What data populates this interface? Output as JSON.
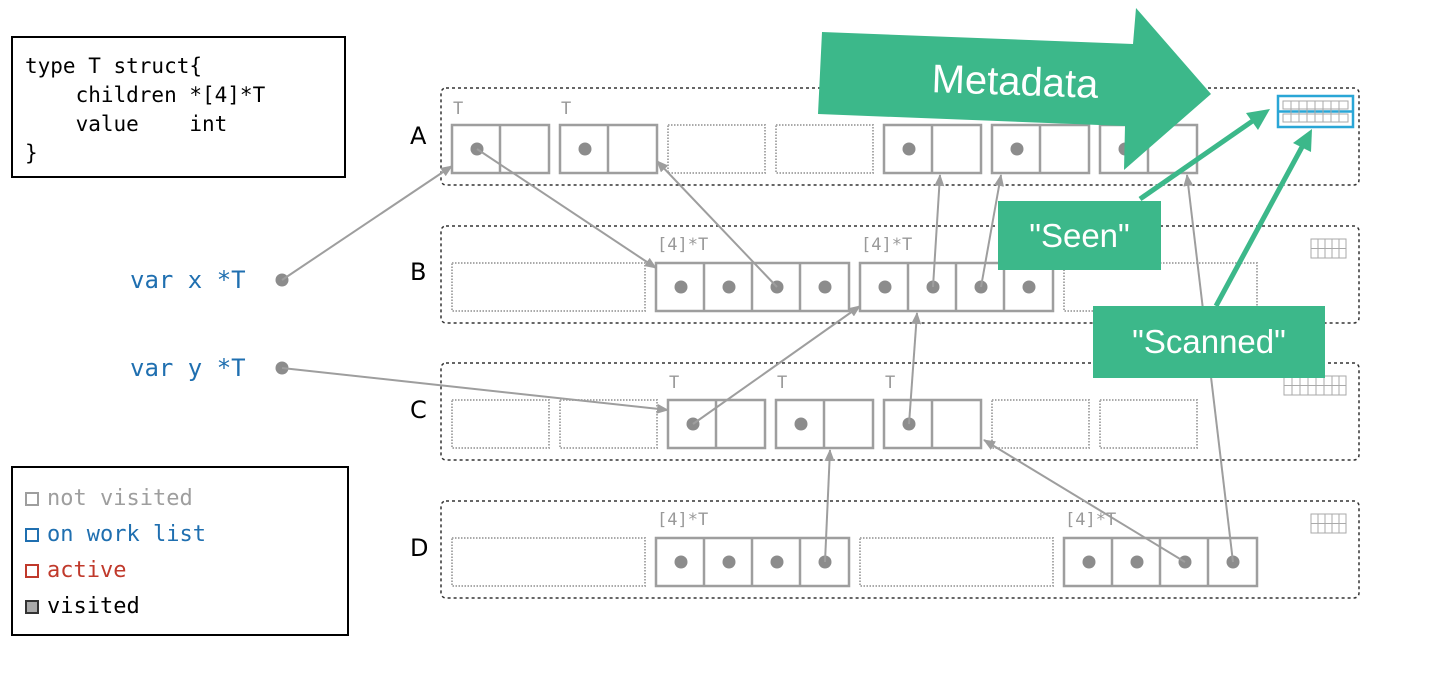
{
  "code_block": {
    "lines": [
      "type T struct{",
      "    children *[4]*T",
      "    value    int",
      "}"
    ]
  },
  "variables": {
    "x": "var x *T",
    "y": "var y *T"
  },
  "legend": {
    "items": [
      {
        "label": "not visited",
        "color": "#9e9e9e"
      },
      {
        "label": "on work list",
        "color": "#1f6fb0"
      },
      {
        "label": "active",
        "color": "#c0392b"
      },
      {
        "label": "visited",
        "color": "#333333"
      }
    ]
  },
  "rows": {
    "A": "A",
    "B": "B",
    "C": "C",
    "D": "D"
  },
  "type_labels": {
    "t": "T",
    "array": "[4]*T"
  },
  "callouts": {
    "metadata": "Metadata",
    "seen": "\"Seen\"",
    "scanned": "\"Scanned\""
  },
  "colors": {
    "green": "#3cb88a",
    "gray": "#9e9e9e",
    "highlight": "#2aa6d6"
  }
}
